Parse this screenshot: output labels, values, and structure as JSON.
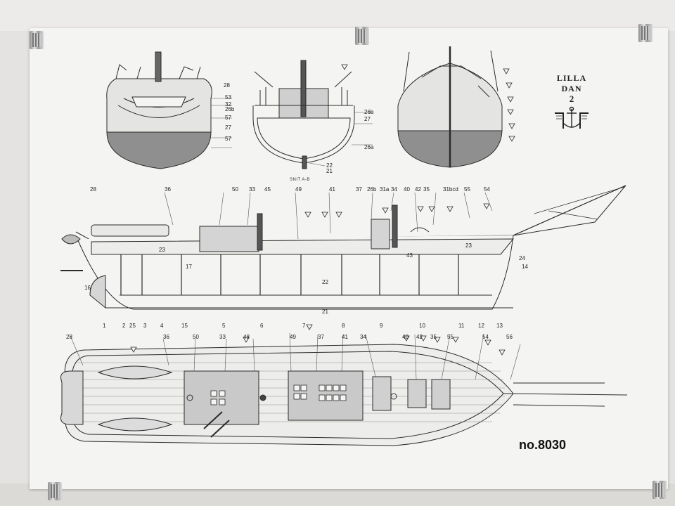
{
  "plan": {
    "ship_name": "LILLA DAN",
    "sheet_number": "2",
    "section_label": "SNIT A-B",
    "model_number": "no.8030"
  },
  "callouts": {
    "profile_top": [
      "36",
      "50",
      "33",
      "45",
      "49",
      "41",
      "37",
      "26b",
      "31a",
      "34",
      "40",
      "42",
      "35",
      "31bcd",
      "55",
      "54"
    ],
    "profile_bottom": [
      "1",
      "2",
      "25",
      "3",
      "4",
      "15",
      "5",
      "6",
      "7",
      "8",
      "9",
      "10",
      "11",
      "12",
      "13"
    ],
    "profile_side": [
      "28",
      "23",
      "17",
      "16",
      "22",
      "21",
      "24",
      "14",
      "23",
      "43"
    ],
    "plan_top": [
      "28",
      "36",
      "50",
      "33",
      "48",
      "49",
      "37",
      "41",
      "34",
      "40",
      "42",
      "35",
      "55",
      "54",
      "56"
    ],
    "bow_section": [
      "28",
      "53",
      "32",
      "26b",
      "57",
      "27",
      "57",
      "26b",
      "27",
      "26a",
      "22",
      "21"
    ]
  },
  "colors": {
    "paper": "#f4f4f2",
    "ink": "#2b2b2b",
    "hull_shade": "#8a8a8a",
    "deck_shade": "#c9c9c9"
  }
}
